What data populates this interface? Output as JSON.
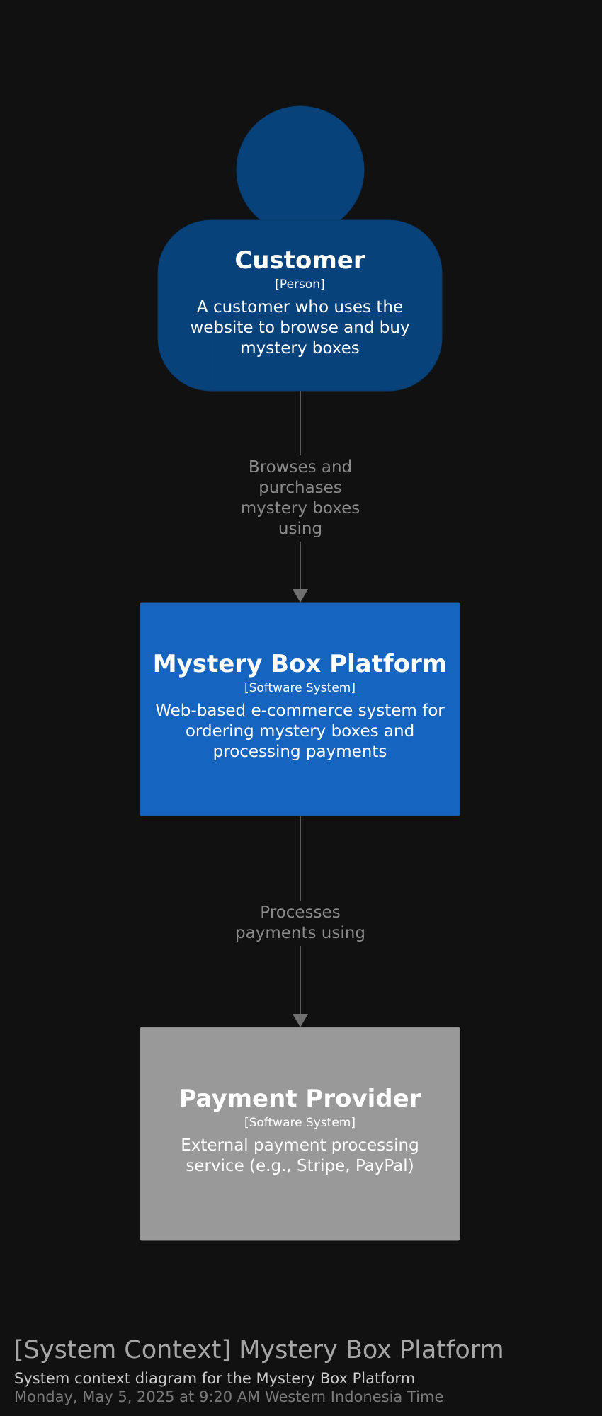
{
  "diagram": {
    "title": "[System Context] Mystery Box Platform",
    "description": "System context diagram for the Mystery Box Platform",
    "timestamp": "Monday, May 5, 2025 at 9:20 AM Western Indonesia Time",
    "background_color": "#111111",
    "nodes": {
      "customer": {
        "name": "Customer",
        "type": "[Person]",
        "description": "A customer who uses the website to browse and buy mystery boxes",
        "color": "#08427b"
      },
      "platform": {
        "name": "Mystery Box Platform",
        "type": "[Software System]",
        "description": "Web-based e-commerce system for ordering mystery boxes and processing payments",
        "color": "#1565c0"
      },
      "payment_provider": {
        "name": "Payment Provider",
        "type": "[Software System]",
        "description": "External payment processing service (e.g., Stripe, PayPal)",
        "color": "#999999"
      }
    },
    "relationships": [
      {
        "from": "Customer",
        "to": "Mystery Box Platform",
        "label": "Browses and purchases mystery boxes using"
      },
      {
        "from": "Mystery Box Platform",
        "to": "Payment Provider",
        "label": "Processes payments using"
      }
    ],
    "edge_color": "#707070"
  }
}
